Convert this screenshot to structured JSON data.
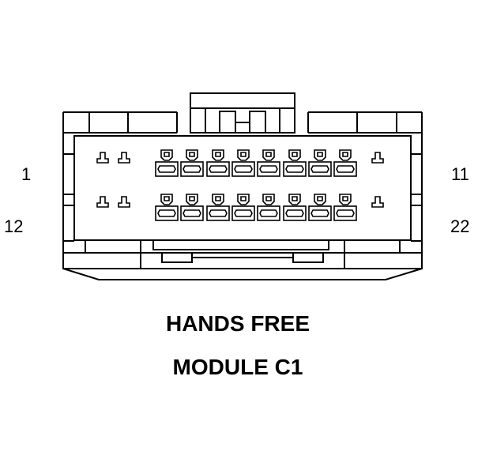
{
  "pin_labels": {
    "top_left": "1",
    "top_right": "11",
    "bottom_left": "12",
    "bottom_right": "22"
  },
  "title": {
    "line1": "HANDS FREE",
    "line2": "MODULE C1"
  },
  "colors": {
    "stroke": "#000000",
    "background": "#ffffff"
  }
}
